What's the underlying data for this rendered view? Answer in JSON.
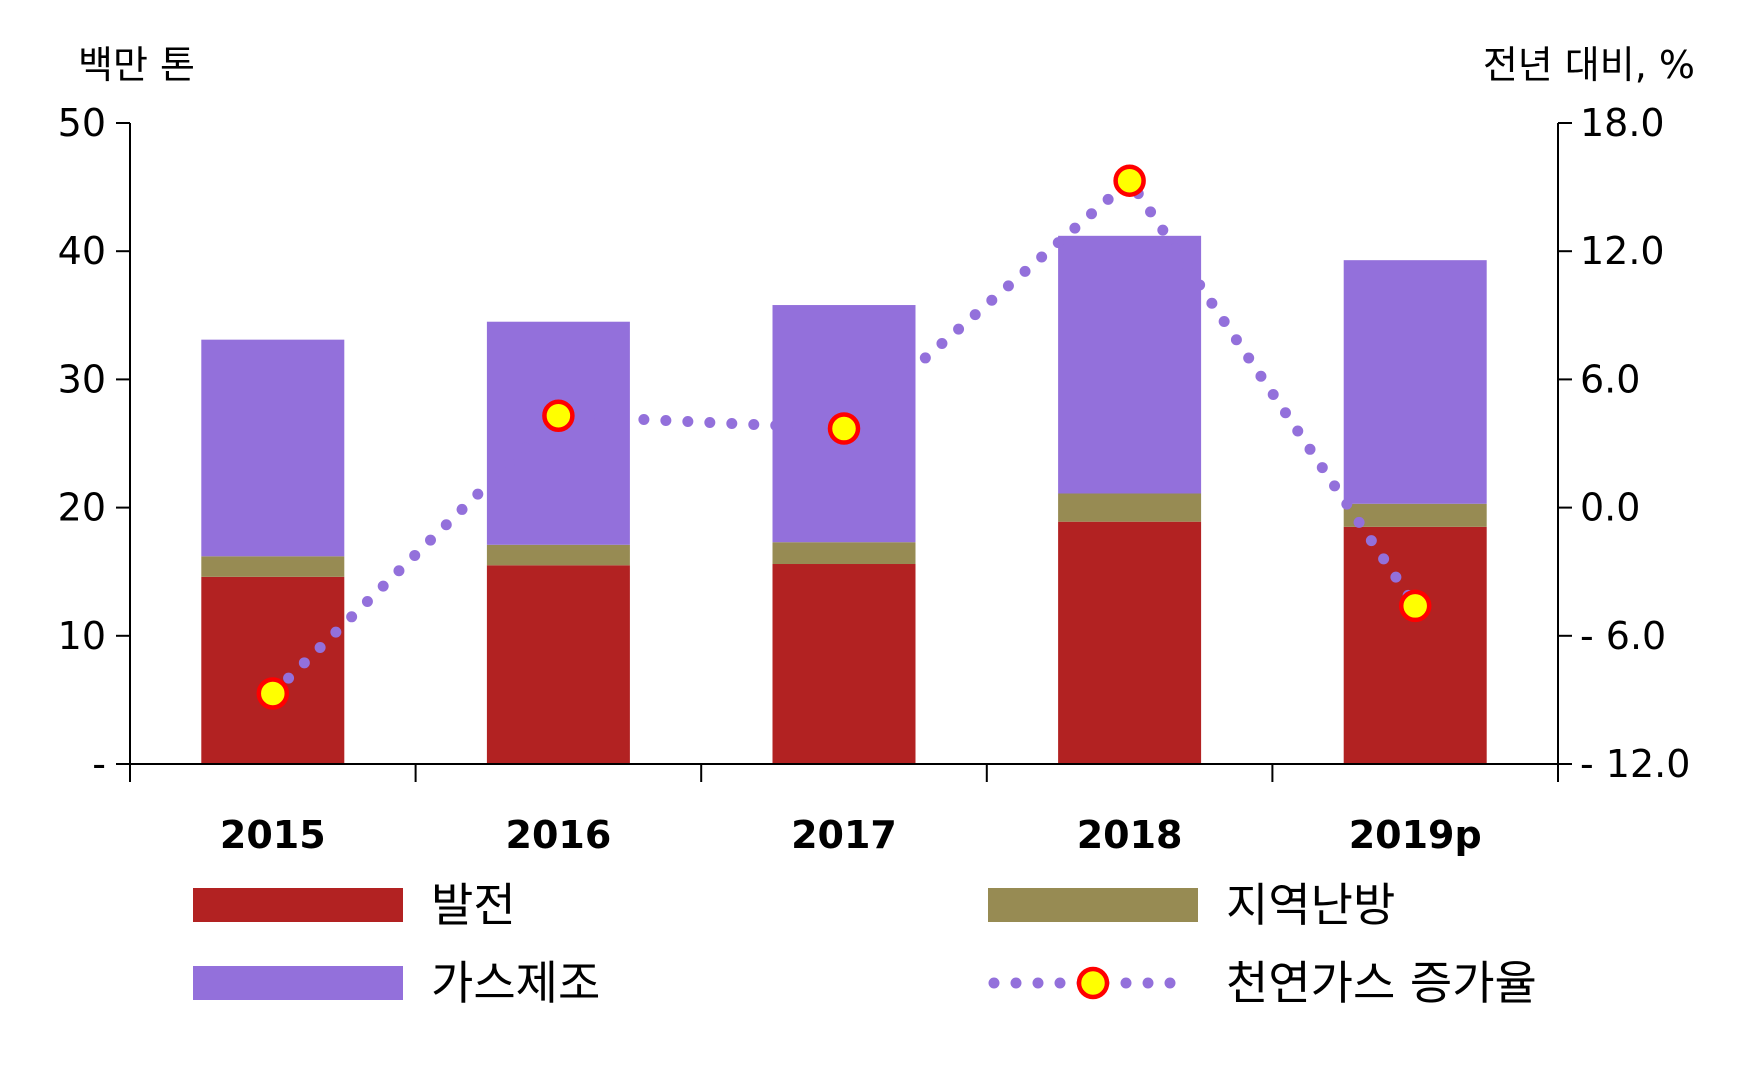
{
  "chart_data": {
    "type": "bar",
    "stacked": true,
    "left_axis_unit": "백만 톤",
    "right_axis_unit": "전년 대비, %",
    "categories": [
      "2015",
      "2016",
      "2017",
      "2018",
      "2019p"
    ],
    "left_axis": {
      "ylim": [
        0,
        50
      ],
      "ticks": [
        0,
        10,
        20,
        30,
        40,
        50
      ],
      "tick_labels": [
        "-",
        "10",
        "20",
        "30",
        "40",
        "50"
      ]
    },
    "right_axis": {
      "ylim": [
        -12,
        18
      ],
      "ticks": [
        -12,
        -6,
        0,
        6,
        12,
        18
      ],
      "tick_labels": [
        "- 12.0",
        "- 6.0",
        "0.0",
        "6.0",
        "12.0",
        "18.0"
      ]
    },
    "series": [
      {
        "name": "발전",
        "kind": "bar",
        "axis": "left",
        "color": "#b22222",
        "values": [
          14.6,
          15.5,
          15.6,
          18.9,
          18.5
        ]
      },
      {
        "name": "지역난방",
        "kind": "bar",
        "axis": "left",
        "color": "#978b53",
        "values": [
          1.6,
          1.6,
          1.7,
          2.2,
          1.8
        ]
      },
      {
        "name": "가스제조",
        "kind": "bar",
        "axis": "left",
        "color": "#9370db",
        "values": [
          16.9,
          17.4,
          18.5,
          20.1,
          19.0
        ]
      },
      {
        "name": "천연가스 증가율",
        "kind": "line",
        "axis": "right",
        "color": "#9370db",
        "marker_fill": "#ffff00",
        "marker_edge": "#ff0000",
        "line_style": "dotted",
        "values": [
          -8.7,
          4.3,
          3.7,
          15.3,
          -4.6
        ]
      }
    ],
    "legend": {
      "placement": "bottom",
      "columns": 2,
      "order": [
        "발전",
        "지역난방",
        "가스제조",
        "천연가스 증가율"
      ]
    },
    "grid": false
  }
}
